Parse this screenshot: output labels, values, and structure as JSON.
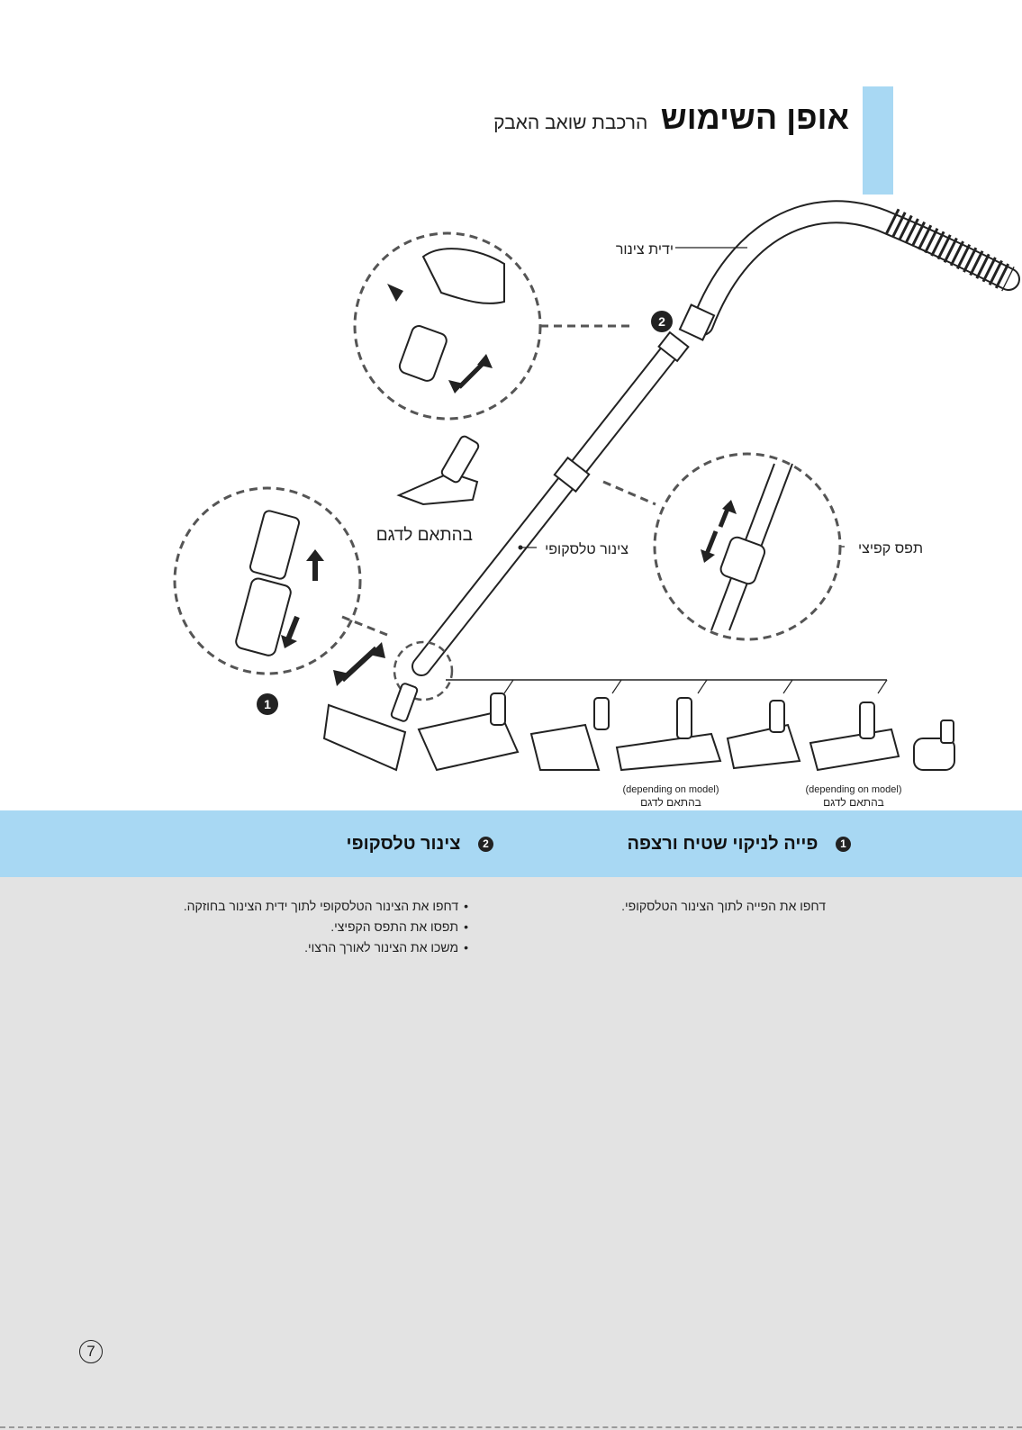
{
  "header": {
    "title": "אופן השימוש",
    "subtitle": "הרכבת שואב האבק"
  },
  "diagram": {
    "hose_handle_label": "ידית צינור",
    "telescopic_tube_label": "צינור טלסקופי",
    "spring_catch_label": "תפס קפיצי",
    "model_dependent_label": "בהתאם לדגם",
    "step_1": "1",
    "step_2": "2",
    "notes": [
      {
        "en": "(depending on model)",
        "he": "בהתאם לדגם"
      },
      {
        "en": "(depending on model)",
        "he": "בהתאם לדגם"
      }
    ]
  },
  "sections": {
    "s1": {
      "number": "1",
      "title": "פייה לניקוי שטיח ורצפה",
      "body": "דחפו את הפייה לתוך הצינור הטלסקופי."
    },
    "s2": {
      "number": "2",
      "title": "צינור טלסקופי",
      "bullets": [
        "דחפו את הצינור הטלסקופי לתוך ידית הצינור בחוזקה.",
        "תפסו את התפס הקפיצי.",
        "משכו את הצינור לאורך הרצוי."
      ]
    }
  },
  "footer": {
    "page_number": "7"
  },
  "colors": {
    "accent": "#a8d8f3",
    "content_bg": "#e3e3e3"
  }
}
